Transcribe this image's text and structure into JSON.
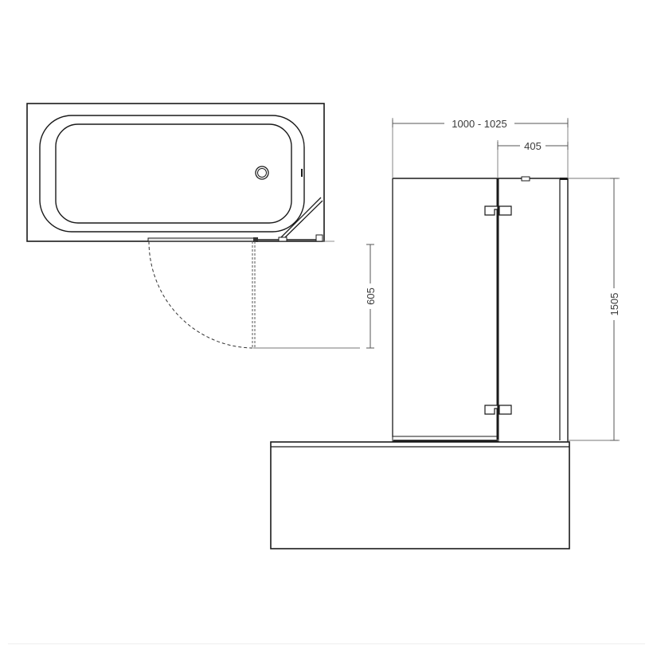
{
  "diagram": {
    "type": "technical-drawing",
    "subject": "bath screen with hinged panel",
    "views": {
      "plan_view": {
        "description": "top-down view of bath with screen and swing arc",
        "swing_depth_label": "605"
      },
      "front_view": {
        "description": "elevation of bath screen on bath",
        "width_label": "1000 - 1025",
        "fixed_panel_width_label": "405",
        "height_label": "1505"
      }
    },
    "colors": {
      "line": "#1a1a1a",
      "dimension_line": "#555555",
      "background": "#ffffff"
    }
  }
}
